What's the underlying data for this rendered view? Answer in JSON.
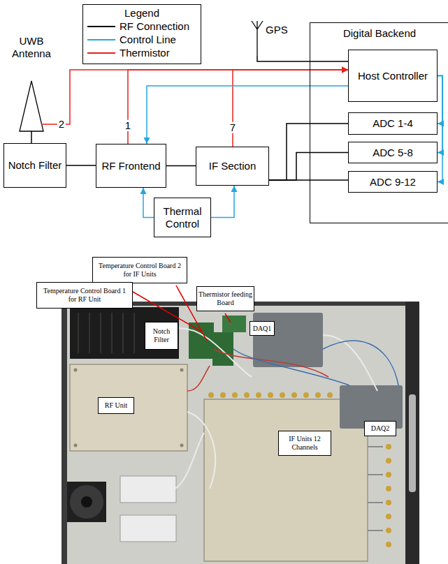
{
  "diagram": {
    "nodes": [
      {
        "text": [
          "UWB Antenna"
        ]
      },
      {
        "text": [
          "Notch Filter"
        ]
      },
      {
        "text": [
          "RF Frontend"
        ]
      },
      {
        "text": [
          "IF Section"
        ]
      },
      {
        "text": [
          "Thermal Control"
        ]
      },
      {
        "text": [
          "GPS"
        ]
      },
      {
        "text": [
          "Digital Backend"
        ]
      },
      {
        "text": [
          "Host Controller"
        ],
        "in": 6
      },
      {
        "text": [
          "ADC 1-4"
        ],
        "in": 6
      },
      {
        "text": [
          "ADC 5-8"
        ],
        "in": 6
      },
      {
        "text": [
          "ADC 9-12"
        ],
        "in": 6
      },
      {
        "text": [
          "Temperature Control Board 2 for IF Units"
        ]
      },
      {
        "text": [
          "Temperature Control Board 1 for RF Unit"
        ]
      },
      {
        "text": [
          "Thermistor feeding Board"
        ]
      },
      {
        "text": [
          "Notch Filter"
        ]
      },
      {
        "text": [
          "DAQ1"
        ]
      },
      {
        "text": [
          "RF Unit"
        ]
      },
      {
        "text": [
          "DAQ2"
        ]
      },
      {
        "text": [
          "IF Units 12 Channels"
        ]
      }
    ],
    "edges": [
      {
        "from": 0,
        "to": 1,
        "arrow": "none"
      },
      {
        "from": 1,
        "to": 2,
        "arrow": "none"
      },
      {
        "from": 2,
        "to": 3,
        "arrow": "none"
      },
      {
        "from": 3,
        "to": 8,
        "arrow": "none"
      },
      {
        "from": 3,
        "to": 9,
        "arrow": "none"
      },
      {
        "from": 3,
        "to": 10,
        "arrow": "none"
      },
      {
        "from": 5,
        "to": 7,
        "arrow": "none"
      },
      {
        "from": 0,
        "to": 7,
        "label": "2",
        "arrow": "to"
      },
      {
        "from": 2,
        "to": 7,
        "label": "1",
        "arrow": "to"
      },
      {
        "from": 3,
        "to": 7,
        "label": "7",
        "arrow": "to"
      },
      {
        "from": 7,
        "to": 2,
        "arrow": "to"
      },
      {
        "from": 7,
        "to": 8,
        "arrow": "to"
      },
      {
        "from": 7,
        "to": 9,
        "arrow": "to"
      },
      {
        "from": 7,
        "to": 10,
        "arrow": "to"
      },
      {
        "from": 4,
        "to": 2,
        "arrow": "to"
      },
      {
        "from": 4,
        "to": 3,
        "arrow": "to"
      }
    ],
    "labels": [
      "Legend"
    ],
    "legend": [
      {
        "text": "RF Connection"
      },
      {
        "text": "Control Line"
      },
      {
        "text": "Thermistor"
      }
    ]
  }
}
